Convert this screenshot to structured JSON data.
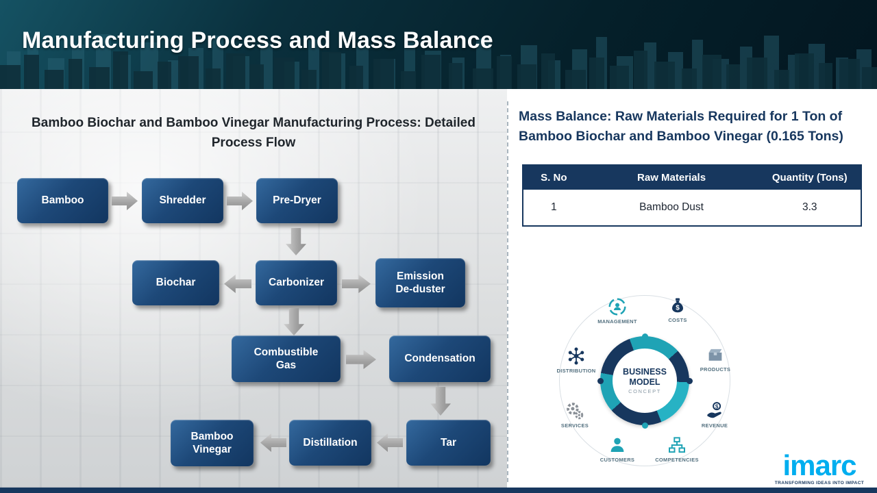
{
  "header": {
    "title": "Manufacturing Process and Mass Balance"
  },
  "left": {
    "title": "Bamboo Biochar and Bamboo Vinegar Manufacturing Process: Detailed Process Flow",
    "nodes": [
      {
        "label": "Bamboo"
      },
      {
        "label": "Shredder"
      },
      {
        "label": "Pre-Dryer"
      },
      {
        "label": "Biochar"
      },
      {
        "label": "Carbonizer"
      },
      {
        "label": "Emission De-duster"
      },
      {
        "label": "Combustible Gas"
      },
      {
        "label": "Condensation"
      },
      {
        "label": "Tar"
      },
      {
        "label": "Distillation"
      },
      {
        "label": "Bamboo Vinegar"
      }
    ]
  },
  "right": {
    "title": "Mass Balance: Raw Materials Required for 1 Ton of Bamboo Biochar and Bamboo Vinegar (0.165 Tons)",
    "table": {
      "headers": [
        "S. No",
        "Raw Materials",
        "Quantity  (Tons)"
      ],
      "rows": [
        [
          "1",
          "Bamboo Dust",
          "3.3"
        ]
      ]
    },
    "business_model": {
      "center": [
        "BUSINESS",
        "MODEL",
        "CONCEPT"
      ],
      "items": [
        "MANAGEMENT",
        "COSTS",
        "DISTRIBUTION",
        "PRODUCTS",
        "SERVICES",
        "REVENUE",
        "CUSTOMERS",
        "COMPETENCIES"
      ]
    },
    "logo": {
      "name": "imarc",
      "tagline": "TRANSFORMING IDEAS INTO IMPACT"
    }
  },
  "colors": {
    "header_dark": "#06222c",
    "node_blue": "#1d4878",
    "navy": "#17375e",
    "teal": "#1fa3b5",
    "logo_cyan": "#00aeef",
    "arrow_gray": "#a2a2a2"
  }
}
